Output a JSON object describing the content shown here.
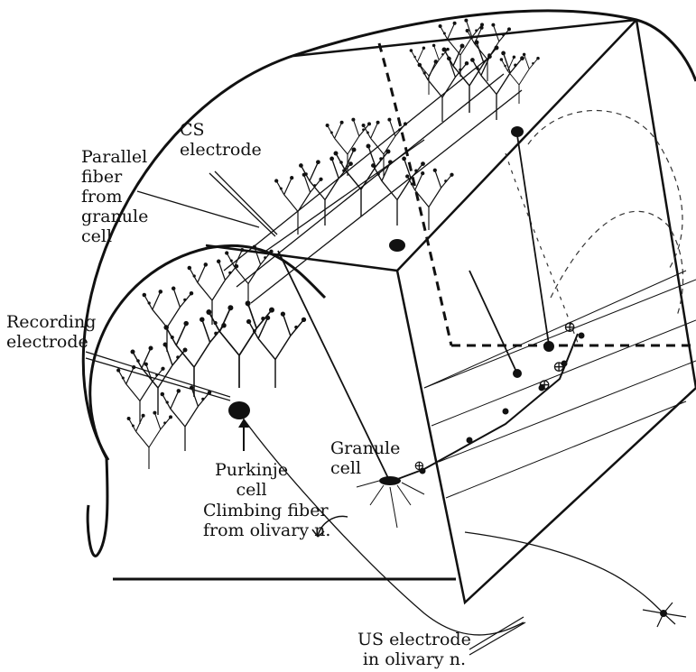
{
  "labels": {
    "cs_electrode": [
      "CS",
      "electrode"
    ],
    "parallel_fiber": [
      "Parallel",
      "fiber",
      "from",
      "granule",
      "cell"
    ],
    "recording_electrode": [
      "Recording",
      "electrode"
    ],
    "purkinje_cell": [
      "Purkinje",
      "cell"
    ],
    "climbing_fiber": [
      "Climbing fiber",
      "from olivary n."
    ],
    "granule_cell": [
      "Granule",
      "cell"
    ],
    "us_electrode": [
      "US electrode",
      "in olivary n."
    ]
  },
  "symbols": {
    "plus_circle": "⊕"
  },
  "colors": {
    "ink": "#111111",
    "background": "#ffffff"
  }
}
